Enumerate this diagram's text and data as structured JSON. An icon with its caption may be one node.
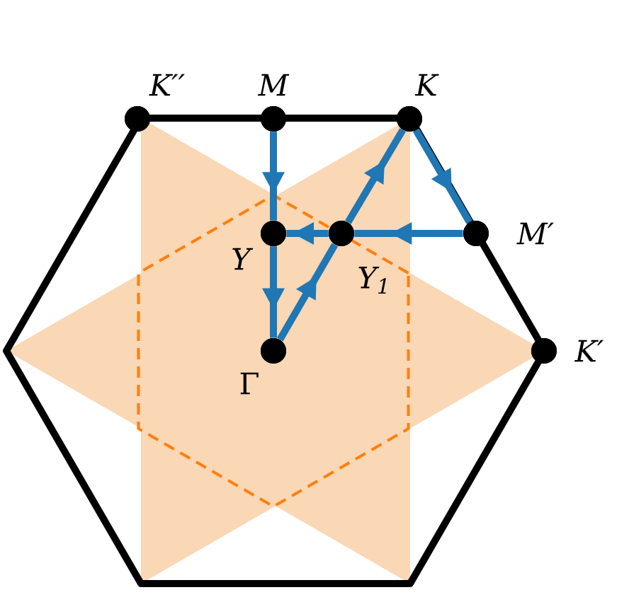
{
  "diagram": {
    "nodes": [
      {
        "text": [
          "K′′"
        ]
      },
      {
        "text": [
          "M"
        ]
      },
      {
        "text": [
          "K"
        ]
      },
      {
        "text": [
          "Y"
        ]
      },
      {
        "text": [
          "Y$_{1}$"
        ]
      },
      {
        "text": [
          "M′"
        ]
      },
      {
        "text": [
          "K′"
        ]
      },
      {
        "text": [
          "Γ"
        ]
      }
    ],
    "edges": [
      {
        "from": 1,
        "to": 3,
        "arrow": "to"
      },
      {
        "from": 3,
        "to": 7,
        "arrow": "to"
      },
      {
        "from": 7,
        "to": 4,
        "arrow": "to"
      },
      {
        "from": 4,
        "to": 2,
        "arrow": "to"
      },
      {
        "from": 2,
        "to": 5,
        "arrow": "to"
      },
      {
        "from": 5,
        "to": 4,
        "arrow": "to"
      },
      {
        "from": 4,
        "to": 3,
        "arrow": "to"
      }
    ]
  }
}
